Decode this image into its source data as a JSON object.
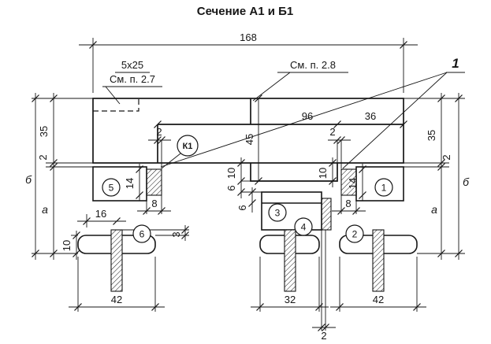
{
  "title": "Сечение А1 и Б1",
  "notes": {
    "chamfer": "5х25",
    "see_note_27": "См. п. 2.7",
    "see_note_28": "См. п. 2.8"
  },
  "leader_callout": "1",
  "position_callouts": {
    "k1": "К1",
    "pos1": "1",
    "pos2": "2",
    "pos3": "3",
    "pos4": "4",
    "pos5": "5",
    "pos6": "6"
  },
  "axis_labels": {
    "a_left": "а",
    "b_left": "б",
    "a_right": "а",
    "b_right": "б"
  },
  "dimensions": {
    "overall_width": "168",
    "inner_96": "96",
    "inner_36": "36",
    "left_35": "35",
    "left_2": "2",
    "left_10": "10",
    "right_35": "35",
    "right_2": "2",
    "seal_gap_left_2": "2",
    "seal_gap_right_2": "2",
    "depth_45": "45",
    "rib_10_left": "10",
    "rib_10_right": "10",
    "gap_6_upper": "6",
    "gap_6_lower": "6",
    "seal_height_left_14": "14",
    "seal_height_right_14": "14",
    "seal_width_left_8": "8",
    "seal_width_right_8": "8",
    "offset_16": "16",
    "stem_3": "3",
    "bottom_42_left": "42",
    "bottom_32": "32",
    "bottom_42_right": "42",
    "bottom_2": "2"
  }
}
